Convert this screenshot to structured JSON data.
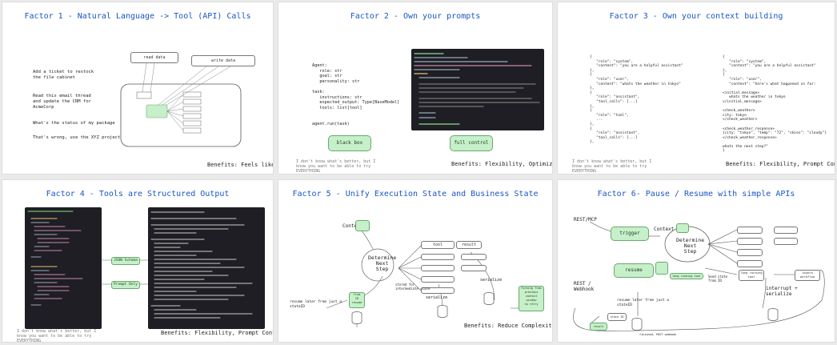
{
  "panels": [
    {
      "title": "Factor 1 - Natural Language -> Tool (API) Calls",
      "benefits": "Benefits: Feels like magic",
      "prompts": [
        "Add a ticket to restock\nthe file cabinet",
        "Read this email thread\nand update the CRM for\nAcmeCorp",
        "What's the status of my package",
        "That's wrong, use the XYZ project"
      ],
      "tool_labels": {
        "read": "read data",
        "write": "write data"
      }
    },
    {
      "title": "Factor 2 - Own your prompts",
      "benefits": "Benefits: Flexibility, Optimization",
      "note": "I don't know what's better, but I know you want to be able to try EVERYTHING",
      "agent_code": "Agent:\n   role: str\n   goal: str\n   personality: str\n\ntask:\n   instructions: str\n   expected_output: Type[BaseModel]\n   tools: list[tool]\n\n\nagent.run(task)",
      "buttons": {
        "black_box": "black box",
        "full_control": "full control"
      }
    },
    {
      "title": "Factor 3 - Own your context building",
      "benefits": "Benefits: Flexibility, Prompt Control",
      "note": "I don't know what's better, but I know you want to be able to try EVERYTHING",
      "left_code": "{\n   \"role\": \"system\",\n   \"content\": \"you are a helpful assistant\"\n},\n{\n   \"role\": \"user\",\n   \"content\": \"whats the weather in tokyo\"\n},\n{\n   \"role\": \"assistant\",\n   \"tool_calls\": [...]\n},\n{\n   \"role\": \"tool\",\n   ...\n},\n{\n   \"role\": \"assistant\",\n   \"tool_calls\": [...]\n},",
      "right_code": "{\n   \"role\": \"system\",\n   \"content\": \"you are a helpful assistant\"\n},\n{\n   \"role\": \"user\",\n   \"content\": \"here's what happened so far:\n\n<initial_message>\n   whats the weather in tokyo\n</initial_message>\n\n<check_weather>\ncity: tokyo\n</check_weather>\n\n<check_weather_response>\n{city: \"tokyo\", \"temp\": \"72\", \"skies\": \"cloudy\"}\n</check_weather_response>\n\nwhats the next step?\"\n}"
    },
    {
      "title": "Factor 4 - Tools are Structured Output",
      "benefits": "Benefits: Flexibility, Prompt Control",
      "note": "I don't know what's better, but I know you want to be able to try EVERYTHING",
      "arrow_labels": {
        "json_schema": "JSON Schema",
        "prompt_only": "Prompt Only"
      }
    },
    {
      "title": "Factor 5 - Unify Execution State and Business State",
      "benefits": "Benefits: Reduce Complexity",
      "labels": {
        "context": "Context",
        "determine": "Determine\nNext\nStep",
        "tool": "tool",
        "result": "result",
        "serialize_top": "serialize",
        "serialize_bottom": "serialize",
        "resume": "resume later from just a\nstateID",
        "stored": "stored for\nintermediate state",
        "from_stateid": "from\nID\nresume",
        "fork": "Forking from\nprevious\ncontext\nwindow\nto retry"
      }
    },
    {
      "title": "Factor 6- Pause / Resume with simple APIs",
      "labels": {
        "rest_mcp": "REST/MCP",
        "trigger": "trigger",
        "context": "Context",
        "determine": "Determine\nNext\nStep",
        "resume_btn": "resume",
        "rest_webhook": "REST /\nWebhook",
        "resume_later": "resume later from just a\nstateID",
        "state_id": "state ID",
        "result": "result",
        "long_running": "long running\ntool",
        "launch": "launch\nworkflow",
        "interrupt": "interrupt +\nserialize",
        "send_state": "Send state\nfrom ID",
        "finished": "finished, POST webhook",
        "long_tool": "long running tool"
      }
    }
  ]
}
